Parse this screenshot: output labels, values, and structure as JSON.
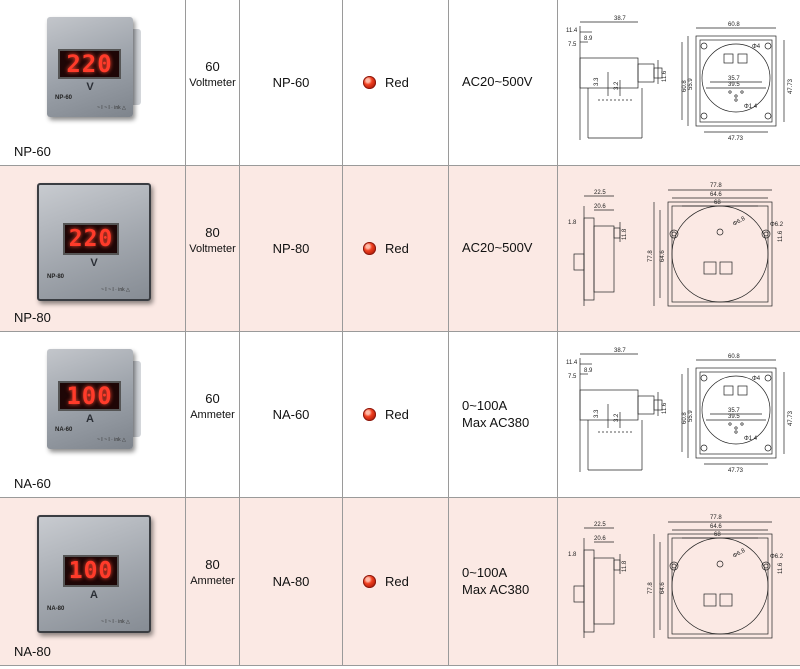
{
  "rows": [
    {
      "model": "NP-60",
      "size": "60",
      "kind": "Voltmeter",
      "name": "NP-60",
      "color": "Red",
      "range": [
        "AC20~500V"
      ],
      "display": "220",
      "unit": "V",
      "panel_label": "NP-60",
      "brand": "~ I ~ I · ink △",
      "dims": {
        "side": [
          "38.7",
          "11.4",
          "8.9",
          "7.5",
          "3.3",
          "3.2",
          "11.6"
        ],
        "front": [
          "60.8",
          "47.73",
          "60.8",
          "55.9",
          "35.7",
          "39.5",
          "47.73",
          "Φ4",
          "Φ1.4"
        ]
      }
    },
    {
      "model": "NP-80",
      "size": "80",
      "kind": "Voltmeter",
      "name": "NP-80",
      "color": "Red",
      "range": [
        "AC20~500V"
      ],
      "display": "220",
      "unit": "V",
      "panel_label": "NP-80",
      "brand": "~ I ~ I · ink △",
      "dims": {
        "side": [
          "22.5",
          "20.6",
          "1.8",
          "11.8"
        ],
        "front": [
          "77.8",
          "64.6",
          "68",
          "77.8",
          "64.6",
          "Φ6.8",
          "Φ6.2",
          "11.6"
        ]
      }
    },
    {
      "model": "NA-60",
      "size": "60",
      "kind": "Ammeter",
      "name": "NA-60",
      "color": "Red",
      "range": [
        "0~100A",
        "Max  AC380"
      ],
      "display": "100",
      "unit": "A",
      "panel_label": "NA-60",
      "brand": "~ I ~ I · ink △",
      "dims": {
        "side": [
          "38.7",
          "11.4",
          "8.9",
          "7.5",
          "3.3",
          "3.2",
          "11.6"
        ],
        "front": [
          "60.8",
          "47.73",
          "60.8",
          "55.9",
          "35.7",
          "39.5",
          "47.73",
          "Φ4",
          "Φ1.4"
        ]
      }
    },
    {
      "model": "NA-80",
      "size": "80",
      "kind": "Ammeter",
      "name": "NA-80",
      "color": "Red",
      "range": [
        "0~100A",
        "Max  AC380"
      ],
      "display": "100",
      "unit": "A",
      "panel_label": "NA-80",
      "brand": "~ I ~ I · ink △",
      "dims": {
        "side": [
          "22.5",
          "20.6",
          "1.8",
          "11.8"
        ],
        "front": [
          "77.8",
          "64.6",
          "68",
          "77.8",
          "64.6",
          "Φ6.8",
          "Φ6.2",
          "11.6"
        ]
      }
    }
  ],
  "colors": {
    "row_alt": "#fbe9e4",
    "grid": "#9a9a9a",
    "led": "#ff3b2a",
    "dot": "#f04020"
  },
  "icons": {
    "color_swatch": "red-led-dot-icon"
  }
}
